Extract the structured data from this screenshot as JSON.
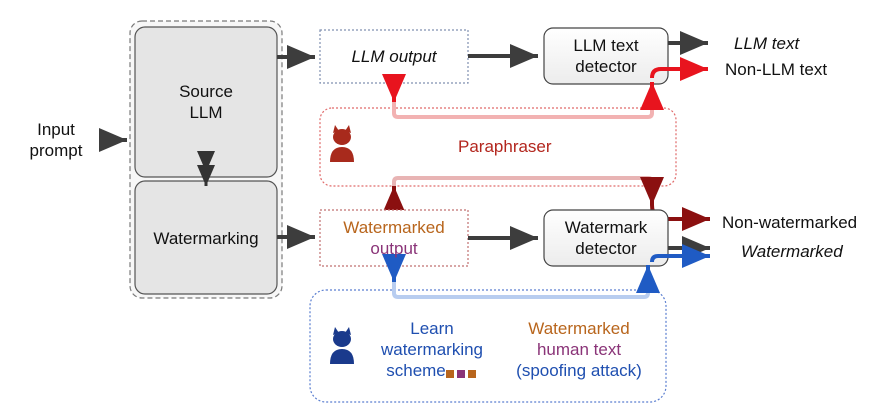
{
  "input": {
    "line1": "Input",
    "line2": "prompt"
  },
  "source_llm": {
    "line1": "Source",
    "line2": "LLM"
  },
  "watermarking": {
    "label": "Watermarking"
  },
  "llm_output": {
    "label": "LLM output"
  },
  "llm_detector": {
    "line1": "LLM text",
    "line2": "detector"
  },
  "llm_outputs": {
    "llm_text": "LLM text",
    "non_llm_text": "Non-LLM text"
  },
  "paraphraser": {
    "label": "Paraphraser",
    "icon": "devil-icon"
  },
  "watermarked_output": {
    "line1": "Watermarked",
    "line2": "output"
  },
  "wm_detector": {
    "line1": "Watermark",
    "line2": "detector"
  },
  "wm_outputs": {
    "non_watermarked": "Non-watermarked",
    "watermarked": "Watermarked"
  },
  "spoofing": {
    "learn_line1": "Learn",
    "learn_line2": "watermarking",
    "learn_line3": "scheme",
    "wm_line1": "Watermarked",
    "wm_line2": "human text",
    "wm_line3": "(spoofing attack)",
    "icon": "devil-icon"
  },
  "colors": {
    "red": "#e8141e",
    "dark_red": "#8b1010",
    "paraphraser_text": "#b3261e",
    "orange_text": "#b8651c",
    "purple_text": "#8a3478",
    "blue": "#1f5bc4",
    "dark_blue": "#1a3a8c",
    "gray_arrow": "#3d3d3d"
  }
}
